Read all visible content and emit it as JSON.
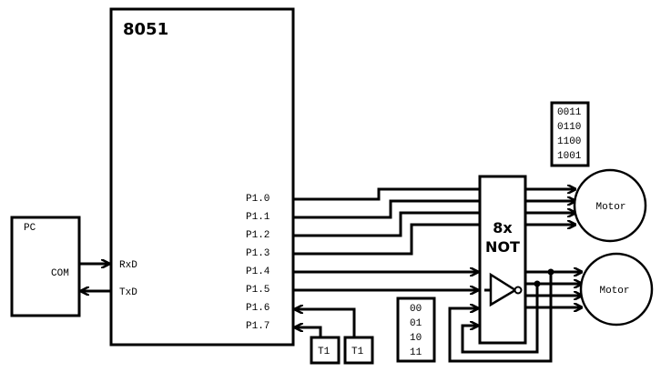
{
  "mcu": {
    "title": "8051",
    "pins": {
      "rxd": "RxD",
      "txd": "TxD",
      "port1": [
        "P1.0",
        "P1.1",
        "P1.2",
        "P1.3",
        "P1.4",
        "P1.5",
        "P1.6",
        "P1.7"
      ]
    }
  },
  "pc": {
    "title": "PC",
    "port": "COM"
  },
  "inverter": {
    "line1": "8x",
    "line2": "NOT"
  },
  "motors": [
    {
      "label": "Motor"
    },
    {
      "label": "Motor"
    }
  ],
  "step_sequence_4bit": [
    "0011",
    "0110",
    "1100",
    "1001"
  ],
  "step_sequence_2bit": [
    "00",
    "01",
    "10",
    "11"
  ],
  "timers": [
    {
      "label": "T1"
    },
    {
      "label": "T1"
    }
  ]
}
